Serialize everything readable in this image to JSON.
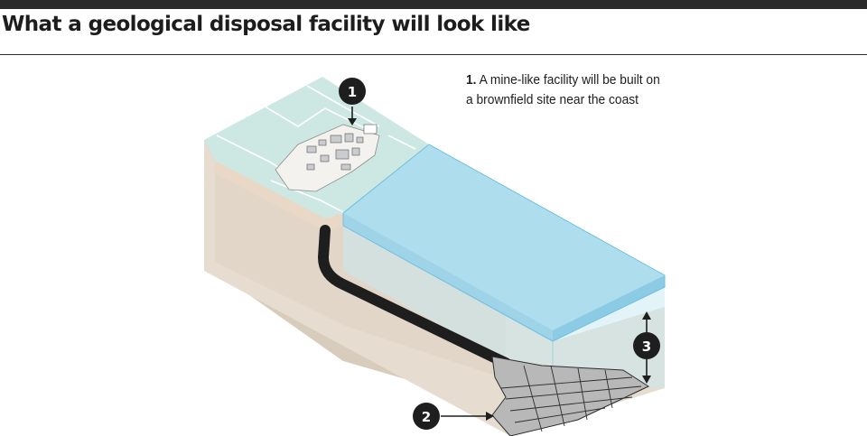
{
  "title": "What a geological disposal facility will look like",
  "callouts": [
    {
      "number": "1",
      "text": "A mine-like facility will be built on a brownfield site near the coast"
    },
    {
      "number": "2"
    },
    {
      "number": "3"
    }
  ],
  "colors": {
    "header_bar": "#2b2b2b",
    "land_surface": "#cde8e3",
    "sea": "#aeddee",
    "rock": "#ddd2c3",
    "tunnel": "#1e1e1e",
    "marker": "#1e1e1e"
  }
}
